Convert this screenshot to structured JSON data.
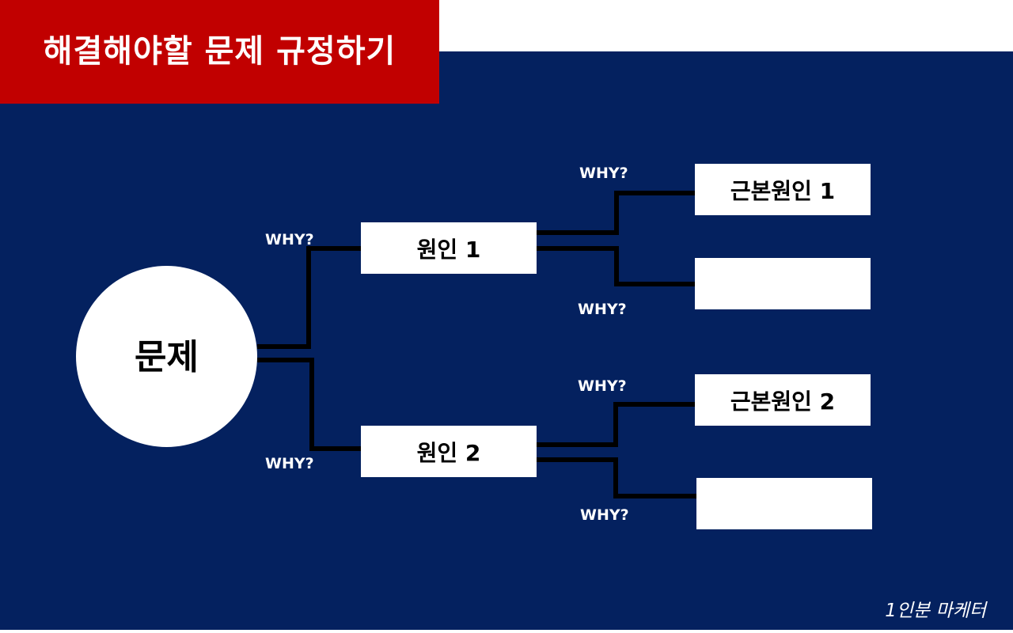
{
  "title": "해결해야할 문제 규정하기",
  "problem": "문제",
  "causes": [
    {
      "label": "원인 1",
      "root_causes": [
        "근본원인 1",
        ""
      ]
    },
    {
      "label": "원인 2",
      "root_causes": [
        "근본원인 2",
        ""
      ]
    }
  ],
  "why_label": "WHY?",
  "footer": "1인분 마케터",
  "colors": {
    "background": "#04215f",
    "banner": "#c10000",
    "box": "#ffffff",
    "line": "#000000"
  }
}
